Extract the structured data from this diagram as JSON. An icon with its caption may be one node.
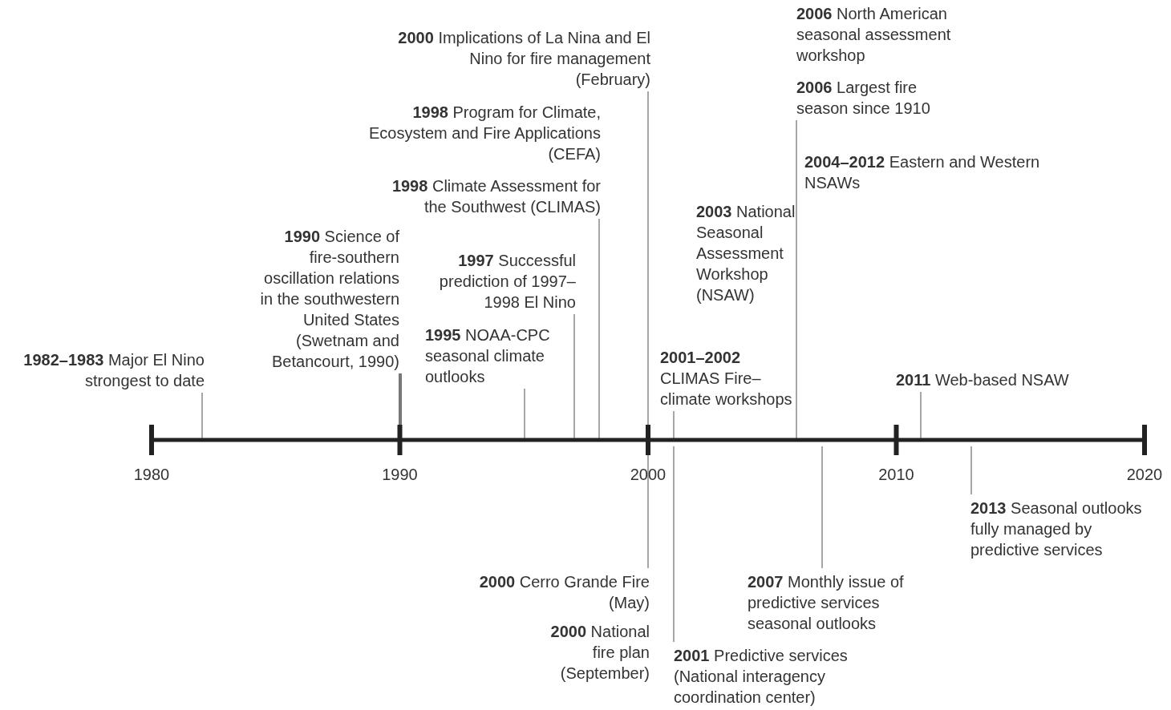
{
  "diagram": {
    "nodes": [
      {
        "text": [
          "**1982–1983** Major El Nino strongest to date"
        ]
      },
      {
        "text": [
          "**1990** Science of fire-southern oscillation relations in the southwestern United States (Swetnam and Betancourt, 1990)"
        ]
      },
      {
        "text": [
          "**1995** NOAA-CPC seasonal climate outlooks"
        ]
      },
      {
        "text": [
          "**1997** Successful prediction of 1997–1998 El Nino"
        ]
      },
      {
        "text": [
          "**1998** Climate Assessment for the Southwest (CLIMAS)"
        ]
      },
      {
        "text": [
          "**1998** Program for Climate, Ecosystem and Fire Applications (CEFA)"
        ]
      },
      {
        "text": [
          "**2000** Implications of La Nina and El Nino for fire management (February)"
        ]
      },
      {
        "text": [
          "**2001–2002** CLIMAS Fire–climate workshops"
        ]
      },
      {
        "text": [
          "**2003** National Seasonal Assessment Workshop (NSAW)"
        ]
      },
      {
        "text": [
          "**2006** North American seasonal assessment workshop"
        ]
      },
      {
        "text": [
          "**2006** Largest fire season since 1910"
        ]
      },
      {
        "text": [
          "**2004–2012** Eastern and Western NSAWs"
        ]
      },
      {
        "text": [
          "**2011** Web-based NSAW"
        ]
      },
      {
        "text": [
          "**2000** Cerro Grande Fire (May)"
        ]
      },
      {
        "text": [
          "**2000** National fire plan (September)"
        ]
      },
      {
        "text": [
          "**2001** Predictive services (National interagency coordination center)"
        ]
      },
      {
        "text": [
          "**2007** Monthly issue of predictive services seasonal outlooks"
        ]
      },
      {
        "text": [
          "**2013** Seasonal outlooks fully managed by predictive services"
        ]
      }
    ],
    "edges": [
      {
        "from": 0,
        "to": null,
        "arrow": "none"
      },
      {
        "from": 1,
        "to": null,
        "arrow": "none",
        "style": "thick"
      },
      {
        "from": 2,
        "to": null,
        "arrow": "none"
      },
      {
        "from": 3,
        "to": null,
        "arrow": "none"
      },
      {
        "from": 4,
        "to": null,
        "arrow": "none"
      },
      {
        "from": 6,
        "to": null,
        "arrow": "none"
      },
      {
        "from": 7,
        "to": null,
        "arrow": "none"
      },
      {
        "from": 10,
        "to": null,
        "arrow": "none"
      },
      {
        "from": 12,
        "to": null,
        "arrow": "none"
      },
      {
        "from": 13,
        "to": null,
        "arrow": "none"
      },
      {
        "from": 15,
        "to": null,
        "arrow": "none"
      },
      {
        "from": 16,
        "to": null,
        "arrow": "none"
      },
      {
        "from": 17,
        "to": null,
        "arrow": "none"
      }
    ],
    "labels": [
      "1980",
      "1990",
      "2000",
      "2010",
      "2020"
    ]
  }
}
